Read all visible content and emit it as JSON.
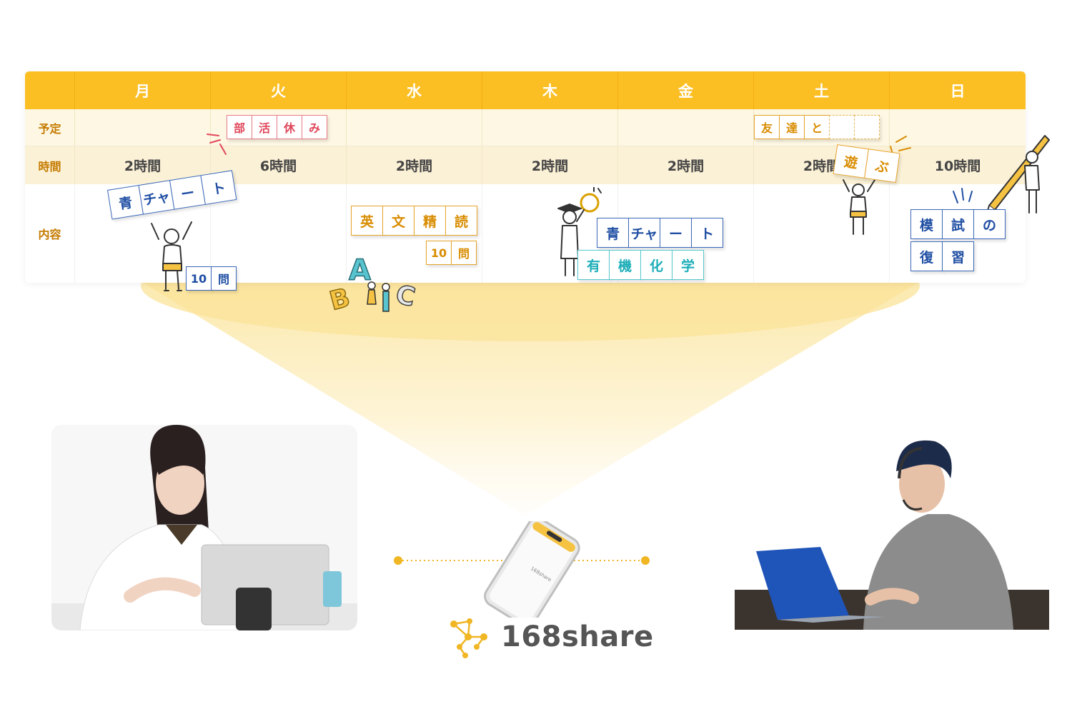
{
  "schedule": {
    "days": [
      "月",
      "火",
      "水",
      "木",
      "金",
      "土",
      "日"
    ],
    "row_labels": {
      "plan": "予定",
      "time": "時間",
      "content": "内容"
    },
    "times": [
      "2時間",
      "6時間",
      "2時間",
      "2時間",
      "2時間",
      "2時間",
      "10時間"
    ],
    "plans": {
      "tuesday": [
        "部",
        "活",
        "休",
        "み"
      ],
      "saturday": [
        "友",
        "達",
        "と",
        "",
        ""
      ],
      "saturday_extra": [
        "遊",
        "ぶ"
      ]
    },
    "contents": {
      "monday": {
        "main": [
          "青",
          "チャ",
          "ー",
          "ト"
        ],
        "count": [
          "10",
          "問"
        ]
      },
      "wednesday": {
        "main": [
          "英",
          "文",
          "精",
          "読"
        ],
        "count": [
          "10",
          "問"
        ]
      },
      "thursday": {
        "main": [
          "青",
          "チャ",
          "ー",
          "ト"
        ],
        "sub": [
          "有",
          "機",
          "化",
          "学"
        ]
      },
      "sunday": {
        "line1": [
          "模",
          "試",
          "の"
        ],
        "line2": [
          "復",
          "習"
        ]
      }
    },
    "colors": {
      "header": "#fbbf24",
      "label": "#c57a00",
      "plan_red": "#e0475b",
      "plan_orange": "#d88c00",
      "content_blue": "#1f4ea3",
      "content_cyan": "#1eaeb8"
    }
  },
  "brand": {
    "name": "168share",
    "logo_icon": "network-nodes-icon"
  },
  "phone": {
    "screen_text": "168share"
  }
}
